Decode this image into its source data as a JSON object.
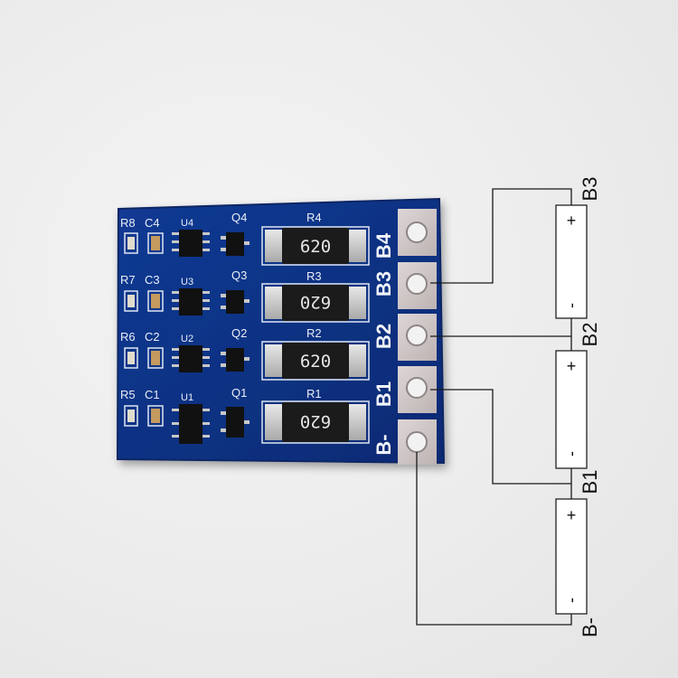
{
  "board": {
    "rows": [
      {
        "resistor_label": "R8",
        "cap_label": "C4",
        "ic_label": "U4",
        "transistor_label": "Q4",
        "load_label": "R4",
        "load_value": "620",
        "pad_label": "B4"
      },
      {
        "resistor_label": "R7",
        "cap_label": "C3",
        "ic_label": "U3",
        "transistor_label": "Q3",
        "load_label": "R3",
        "load_value": "620",
        "pad_label": "B3"
      },
      {
        "resistor_label": "R6",
        "cap_label": "C2",
        "ic_label": "U2",
        "transistor_label": "Q2",
        "load_label": "R2",
        "load_value": "620",
        "pad_label": "B2"
      },
      {
        "resistor_label": "R5",
        "cap_label": "C1",
        "ic_label": "U1",
        "transistor_label": "Q1",
        "load_label": "R1",
        "load_value": "620",
        "pad_label": "B1"
      }
    ],
    "ground_pad_label": "B-"
  },
  "schematic": {
    "cells": [
      {
        "plus": "+",
        "minus": "-"
      },
      {
        "plus": "+",
        "minus": "-"
      },
      {
        "plus": "+",
        "minus": "-"
      }
    ],
    "nodes": {
      "top": "B3",
      "upper_mid": "B2",
      "lower_mid": "B1",
      "bottom": "B-"
    }
  },
  "colors": {
    "pcb": "#0c2f80",
    "pcb_edge": "#0a2565",
    "pad": "#cfc7c7",
    "resistor_body": "#1b1b1b",
    "wire": "#1a1a1a"
  }
}
